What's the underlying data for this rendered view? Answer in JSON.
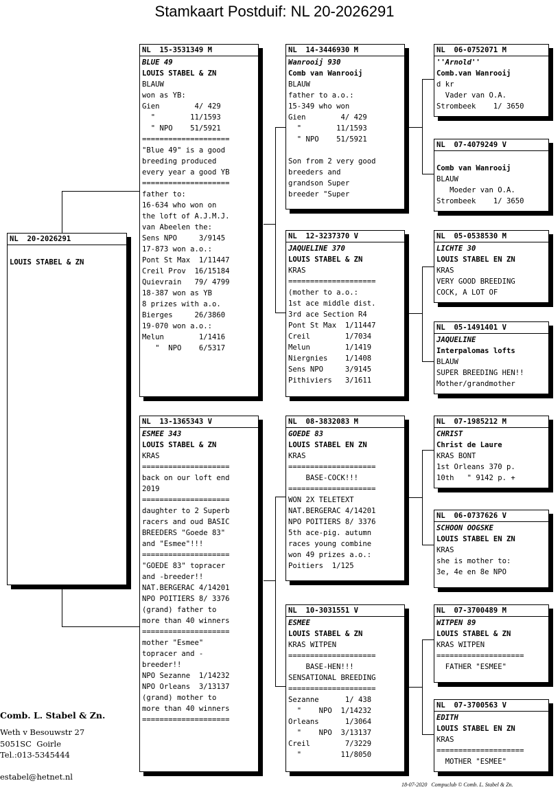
{
  "title": "Stamkaart Postduif: NL  20-2026291",
  "subject": {
    "ring": "NL  20-2026291",
    "owner": "LOUIS STABEL & ZN"
  },
  "cards": {
    "sire": {
      "ring": "NL  15-3531349 M",
      "name": "BLUE 49",
      "breeder": "LOUIS STABEL & ZN",
      "lines": [
        "BLAUW",
        "won as YB:",
        "Gien        4/ 429",
        "  \"        11/1593",
        "  \" NPO    51/5921",
        "====================",
        "\"Blue 49\" is a good",
        "breeding produced",
        "every year a good YB",
        "====================",
        "father to:",
        "16-634 who won on",
        "the loft of A.J.M.J.",
        "van Abeelen the:",
        "Sens NPO     3/9145",
        "17-873 won a.o.:",
        "Pont St Max  1/11447",
        "Creil Prov  16/15184",
        "Quievrain   79/ 4799",
        "18-387 won as YB",
        "8 prizes with a.o.",
        "Bierges     26/3860",
        "19-070 won a.o.:",
        "Melun        1/1416",
        "   \"  NPO    6/5317"
      ]
    },
    "dam": {
      "ring": "NL  13-1365343 V",
      "name": "ESMEE 343",
      "breeder": "LOUIS STABEL & ZN",
      "lines": [
        "KRAS",
        "====================",
        "back on our loft end",
        "2019",
        "====================",
        "daughter to 2 Superb",
        "racers and oud BASIC",
        "BREEDERS \"Goede 83\"",
        "and \"Esmee\"!!!",
        "====================",
        "\"GOEDE 83\" topracer",
        "and -breeder!!",
        "NAT.BERGERAC 4/14201",
        "NPO POITIERS 8/ 3376",
        "(grand) father to",
        "more than 40 winners",
        "====================",
        "mother \"Esmee\"",
        "topracer and -",
        "breeder!!",
        "NPO Sezanne  1/14232",
        "NPO Orleans  3/13137",
        "(grand) mother to",
        "more than 40 winners",
        "===================="
      ]
    },
    "ss": {
      "ring": "NL  14-3446930 M",
      "name": "Wanrooij 930",
      "breeder": "Comb van Wanrooij",
      "lines": [
        "BLAUW",
        "father to a.o.:",
        "15-349 who won",
        "Gien        4/ 429",
        "  \"        11/1593",
        "  \" NPO    51/5921",
        "",
        "Son from 2 very good",
        "breeders and",
        "grandson Super",
        "breeder \"Super"
      ]
    },
    "sd": {
      "ring": "NL  12-3237370 V",
      "name": "JAQUELINE 370",
      "breeder": "LOUIS STABEL & ZN",
      "lines": [
        "KRAS",
        "====================",
        "(mother to a.o.:",
        "1st ace middle dist.",
        "3rd ace Section R4",
        "Pont St Max  1/11447",
        "Creil        1/7034",
        "Melun        1/1419",
        "Niergnies    1/1408",
        "Sens NPO     3/9145",
        "Pithiviers   3/1611"
      ]
    },
    "ds": {
      "ring": "NL  08-3832083 M",
      "name": "GOEDE 83",
      "breeder": "LOUIS STABEL EN ZN",
      "lines": [
        "KRAS",
        "====================",
        "    BASE-COCK!!!",
        "====================",
        "WON 2X TELETEXT",
        "NAT.BERGERAC 4/14201",
        "NPO POITIERS 8/ 3376",
        "5th ace-pig. autumn",
        "races young combine",
        "won 49 prizes a.o.:",
        "Poitiers  1/125"
      ]
    },
    "dd": {
      "ring": "NL  10-3031551 V",
      "name": "ESMEE",
      "breeder": "LOUIS STABEL & ZN",
      "lines": [
        "KRAS WITPEN",
        "====================",
        "    BASE-HEN!!!",
        "SENSATIONAL BREEDING",
        "====================",
        "Sezanne      1/ 438",
        "  \"    NPO  1/14232",
        "Orleans      1/3064",
        "  \"    NPO  3/13137",
        "Creil        7/3229",
        "  \"         11/8050"
      ]
    },
    "sss": {
      "ring": "NL  06-0752071 M",
      "name": "''Arnold''",
      "breeder": "Comb.van Wanrooij",
      "lines": [
        "d kr",
        "  Vader van O.A.",
        "Strombeek    1/ 3650"
      ]
    },
    "ssd": {
      "ring": "NL  07-4079249 V",
      "name": "",
      "breeder": "Comb van Wanrooij",
      "lines": [
        "BLAUW",
        "   Moeder van O.A.",
        "Strombeek    1/ 3650"
      ]
    },
    "sds": {
      "ring": "NL  05-0538530 M",
      "name": "LICHTE 30",
      "breeder": "LOUIS STABEL EN ZN",
      "lines": [
        "KRAS",
        "VERY GOOD BREEDING",
        "COCK, A LOT OF"
      ]
    },
    "sdd": {
      "ring": "NL  05-1491401 V",
      "name": "JAQUELINE",
      "breeder": "Interpalomas lofts",
      "lines": [
        "BLAUW",
        "SUPER BREEDING HEN!!",
        "Mother/grandmother"
      ]
    },
    "dss": {
      "ring": "NL  07-1985212 M",
      "name": "CHRIST",
      "breeder": "Christ de Laure",
      "lines": [
        "KRAS BONT",
        "1st Orleans 370 p.",
        "10th   \" 9142 p. +"
      ]
    },
    "dsd": {
      "ring": "NL  06-0737626 V",
      "name": "SCHOON OOGSKE",
      "breeder": "LOUIS STABEL EN ZN",
      "lines": [
        "KRAS",
        "she is mother to:",
        "3e, 4e en 8e NPO"
      ]
    },
    "dds": {
      "ring": "NL  07-3700489 M",
      "name": "WITPEN 89",
      "breeder": "LOUIS STABEL & ZN",
      "lines": [
        "KRAS WITPEN",
        "====================",
        "  FATHER \"ESMEE\""
      ]
    },
    "ddd": {
      "ring": "NL  07-3700563 V",
      "name": "EDITH",
      "breeder": "LOUIS STABEL EN ZN",
      "lines": [
        "KRAS",
        "====================",
        "  MOTHER \"ESMEE\""
      ]
    }
  },
  "owner_block": {
    "name": "Comb. L. Stabel & Zn.",
    "street": "Weth v Besouwstr 27",
    "city": "5051SC  Goirle",
    "tel": "Tel.:013-5345444",
    "email": "estabel@hetnet.nl"
  },
  "footer": "18-07-2020   Compuclub © Comb. L. Stabel & Zn."
}
